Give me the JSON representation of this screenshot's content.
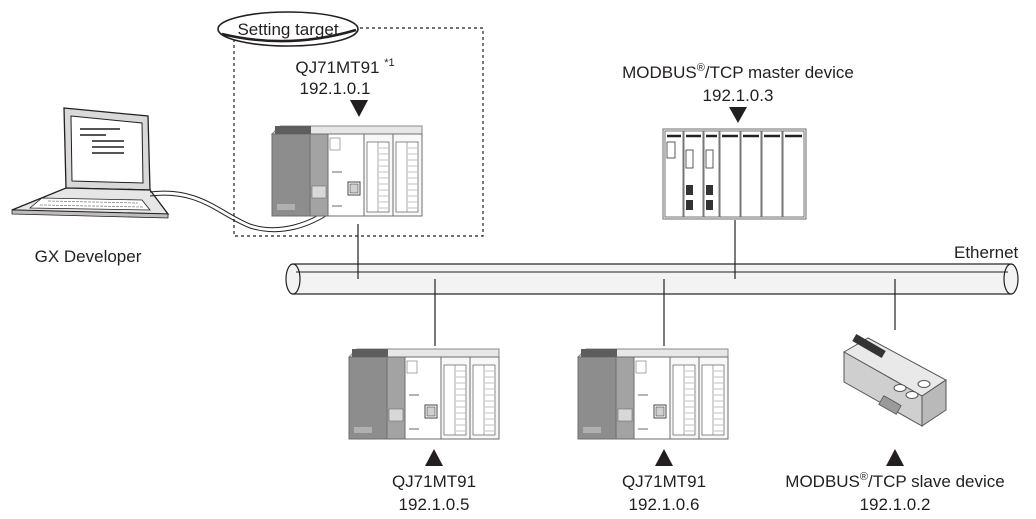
{
  "setting_target": {
    "label": "Setting target"
  },
  "pc": {
    "label": "GX Developer"
  },
  "target_module": {
    "model": "QJ71MT91 ",
    "footnote": "*1",
    "ip": "192.1.0.1"
  },
  "master": {
    "name_prefix": "MODBUS",
    "registered": "®",
    "name_suffix": "/TCP master device",
    "ip": "192.1.0.3"
  },
  "network": {
    "label": "Ethernet"
  },
  "module_2": {
    "model": "QJ71MT91",
    "ip": "192.1.0.5"
  },
  "module_3": {
    "model": "QJ71MT91",
    "ip": "192.1.0.6"
  },
  "slave": {
    "name_prefix": "MODBUS",
    "registered": "®",
    "name_suffix": "/TCP slave device",
    "ip": "192.1.0.2"
  }
}
